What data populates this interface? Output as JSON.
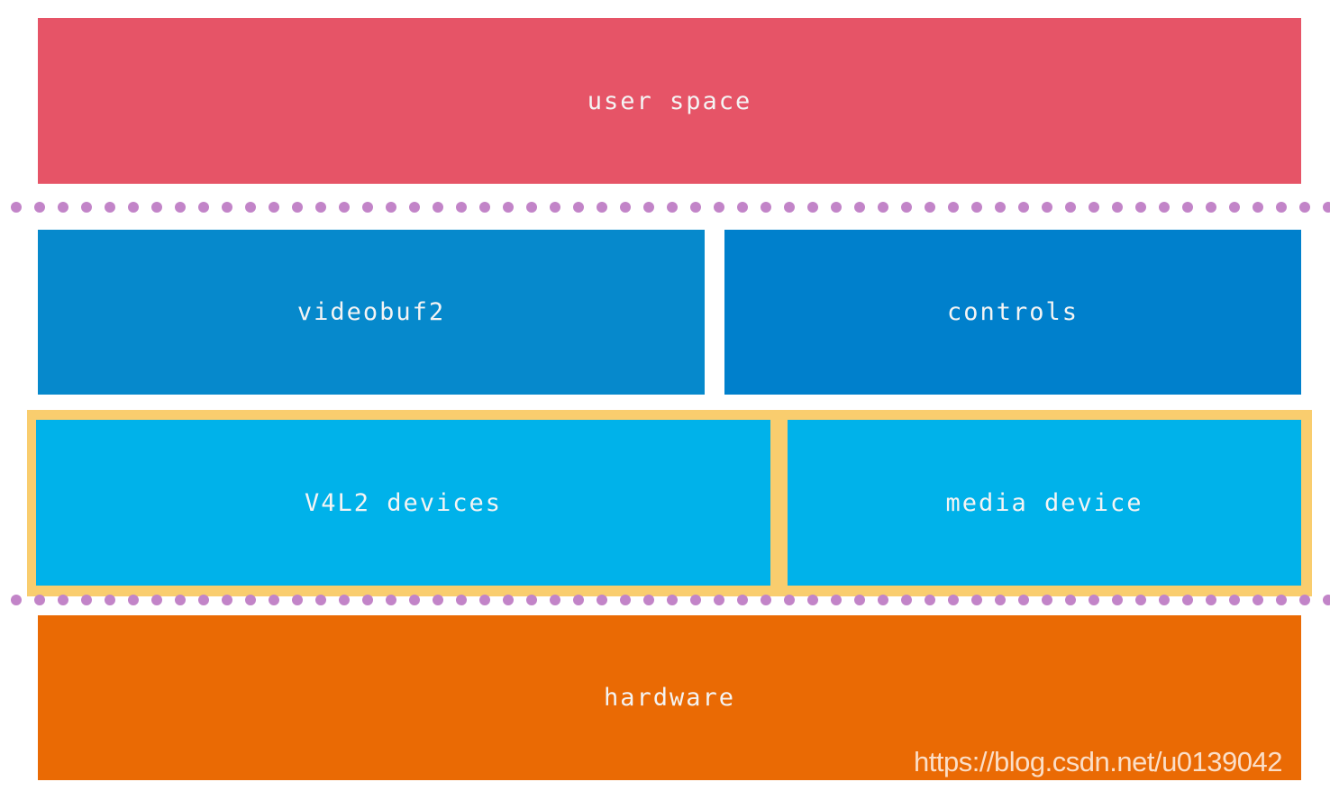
{
  "colors": {
    "user_space": "#e65467",
    "videobuf2": "#0689cc",
    "controls": "#0080cc",
    "v4l2_devices": "#00b2ea",
    "media_device": "#00b2ea",
    "frame": "#f9cd6e",
    "hardware": "#ea6a04",
    "dots": "#c284c8",
    "text": "#f4f4f4"
  },
  "blocks": {
    "user_space": "user space",
    "videobuf2": "videobuf2",
    "controls": "controls",
    "v4l2_devices": "V4L2 devices",
    "media_device": "media device",
    "hardware": "hardware"
  },
  "watermark": "https://blog.csdn.net/u0139042"
}
